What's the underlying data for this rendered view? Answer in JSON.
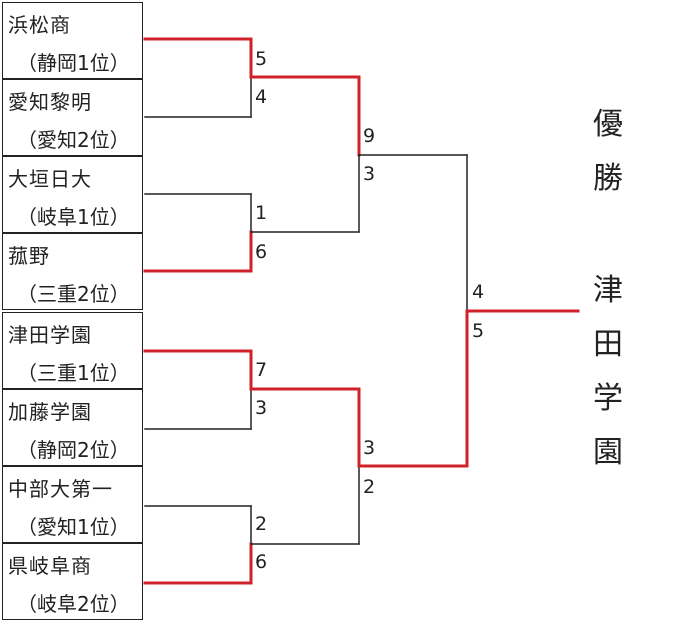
{
  "teams": [
    {
      "name": "浜松商",
      "pref": "（静岡1位）"
    },
    {
      "name": "愛知黎明",
      "pref": "（愛知2位）"
    },
    {
      "name": "大垣日大",
      "pref": "（岐阜1位）"
    },
    {
      "name": "菰野",
      "pref": "（三重2位）"
    },
    {
      "name": "津田学園",
      "pref": "（三重1位）"
    },
    {
      "name": "加藤学園",
      "pref": "（静岡2位）"
    },
    {
      "name": "中部大第一",
      "pref": "（愛知1位）"
    },
    {
      "name": "県岐阜商",
      "pref": "（岐阜2位）"
    }
  ],
  "round1": [
    {
      "top": "5",
      "bottom": "4",
      "winner": "top"
    },
    {
      "top": "1",
      "bottom": "6",
      "winner": "bottom"
    },
    {
      "top": "7",
      "bottom": "3",
      "winner": "top"
    },
    {
      "top": "2",
      "bottom": "6",
      "winner": "bottom"
    }
  ],
  "round2": [
    {
      "top": "9",
      "bottom": "3",
      "winner": "top"
    },
    {
      "top": "3",
      "bottom": "2",
      "winner": "top"
    }
  ],
  "final": {
    "top": "4",
    "bottom": "5",
    "winner": "bottom"
  },
  "champion_label": [
    "優",
    "勝"
  ],
  "champion_name": [
    "津",
    "田",
    "学",
    "園"
  ],
  "colors": {
    "win_line": "#d0202a",
    "line": "#222222"
  }
}
